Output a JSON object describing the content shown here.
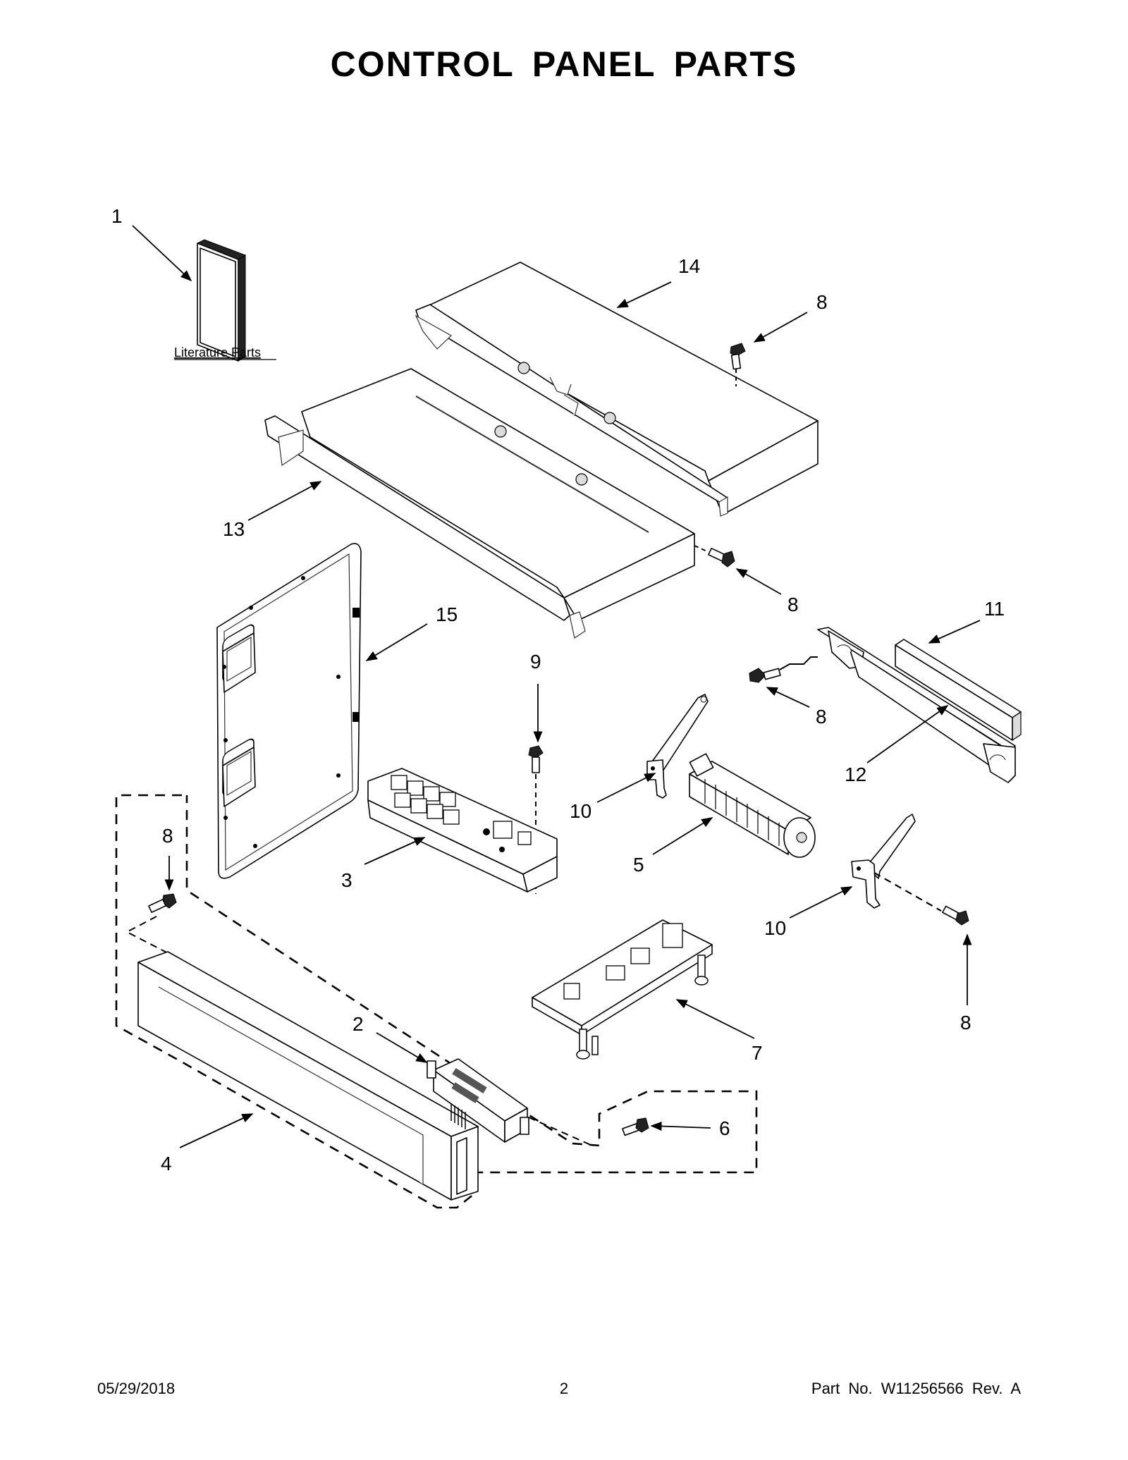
{
  "page_title": "CONTROL PANEL PARTS",
  "literature_label": "Literature Parts",
  "callouts": {
    "c1": "1",
    "c14": "14",
    "c8a": "8",
    "c13": "13",
    "c8b": "8",
    "c11": "11",
    "c15": "15",
    "c9": "9",
    "c8c": "8",
    "c12": "12",
    "c10a": "10",
    "c8d": "8",
    "c3": "3",
    "c5": "5",
    "c10b": "10",
    "c8e": "8",
    "c7": "7",
    "c2": "2",
    "c6": "6",
    "c4": "4"
  },
  "footer": {
    "date": "05/29/2018",
    "page_number": "2",
    "part_info": "Part No.  W11256566  Rev.  A"
  }
}
